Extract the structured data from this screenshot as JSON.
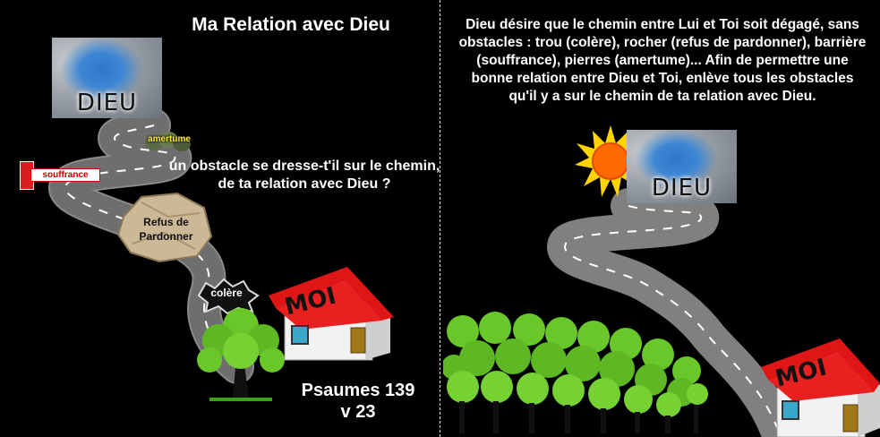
{
  "left_panel": {
    "title": "Ma Relation avec Dieu",
    "sky_label": "DIEU",
    "question": "un obstacle se dresse-t'il sur le chemin, de ta relation avec Dieu ?",
    "obstacles": {
      "amertume": "amertume",
      "souffrance": "souffrance",
      "refus": "Refus de Pardonner",
      "colere": "colère"
    },
    "house_label": "MOI",
    "reference": "Psaumes 139 v 23"
  },
  "right_panel": {
    "message": "Dieu désire que le chemin entre Lui et Toi soit dégagé, sans obstacles : trou (colère), rocher (refus de pardonner), barrière (souffrance), pierres (amertume)... Afin de permettre une bonne relation entre Dieu et Toi, enlève tous les obstacles qu'il y a sur le chemin de ta relation avec Dieu.",
    "sky_label": "DIEU",
    "house_label": "MOI"
  },
  "colors": {
    "background": "#000000",
    "road": "#808080",
    "roof": "#e01616",
    "wall": "#f2f2f2",
    "tree": "#6ac72a",
    "sun": "#ff7a00"
  }
}
